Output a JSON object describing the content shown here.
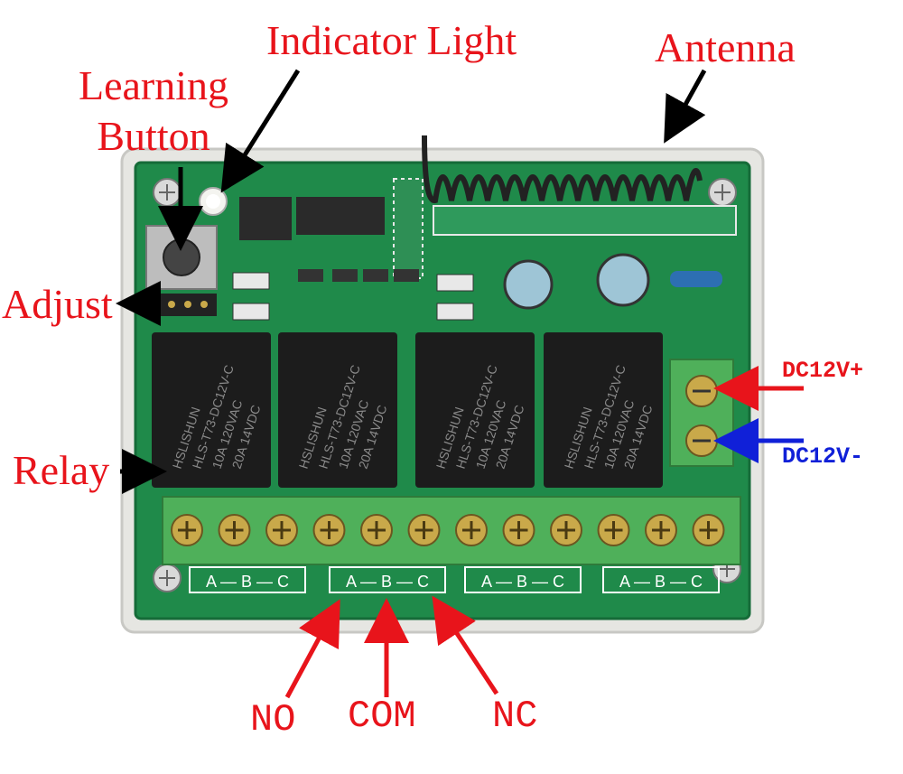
{
  "labels": {
    "indicator_light": "Indicator Light",
    "learning_button_line1": "Learning",
    "learning_button_line2": "Button",
    "antenna": "Antenna",
    "adjust": "Adjust",
    "relay": "Relay",
    "dc_plus": "DC12V+",
    "dc_minus": "DC12V-",
    "no": "NO",
    "com": "COM",
    "nc": "NC"
  },
  "terminal_group_labels": [
    "A — B — C",
    "A — B — C",
    "A — B — C",
    "A — B — C"
  ],
  "relay_markings": {
    "brand": "HSLISHUN",
    "model": "HLS-T73-DC12V-C",
    "rating1": "10A 120VAC",
    "rating2": "20A 14VDC"
  },
  "colors": {
    "label_red": "#e8141b",
    "label_blue": "#1020d8",
    "pcb_green": "#1f8a4a",
    "relay_black": "#1c1c1c",
    "terminal_green": "#4fb05a"
  }
}
